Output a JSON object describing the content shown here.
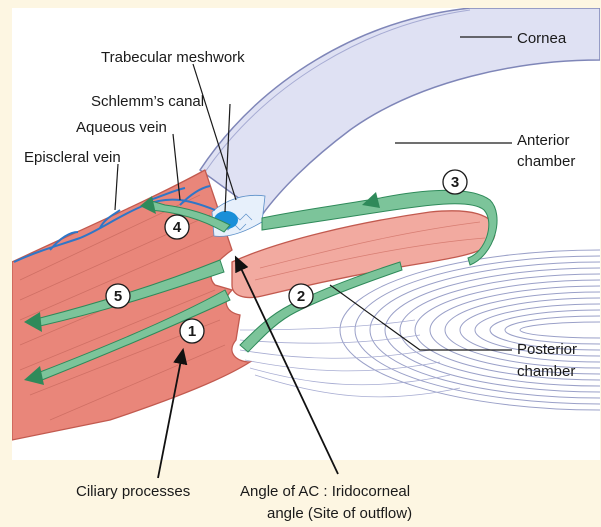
{
  "labels": {
    "cornea": "Cornea",
    "trabecular_meshwork": "Trabecular meshwork",
    "schlemms_canal": "Schlemm’s canal",
    "aqueous_vein": "Aqueous vein",
    "episcleral_vein": "Episcleral vein",
    "anterior_chamber_1": "Anterior",
    "anterior_chamber_2": "chamber",
    "posterior_chamber_1": "Posterior",
    "posterior_chamber_2": "chamber",
    "ciliary_processes": "Ciliary processes",
    "angle_1": "Angle of AC : Iridocorneal",
    "angle_2": "angle (Site of outflow)"
  },
  "markers": [
    "1",
    "2",
    "3",
    "4",
    "5"
  ],
  "colors": {
    "background": "#fdf6e2",
    "panel": "#ffffff",
    "cornea": "#dfe1f3",
    "tissue": "#e9867a",
    "tissue_light": "#f2aaa0",
    "flow": "#7cc49a",
    "vein": "#2f76c7",
    "lens_lines": "#9aa0c8"
  }
}
